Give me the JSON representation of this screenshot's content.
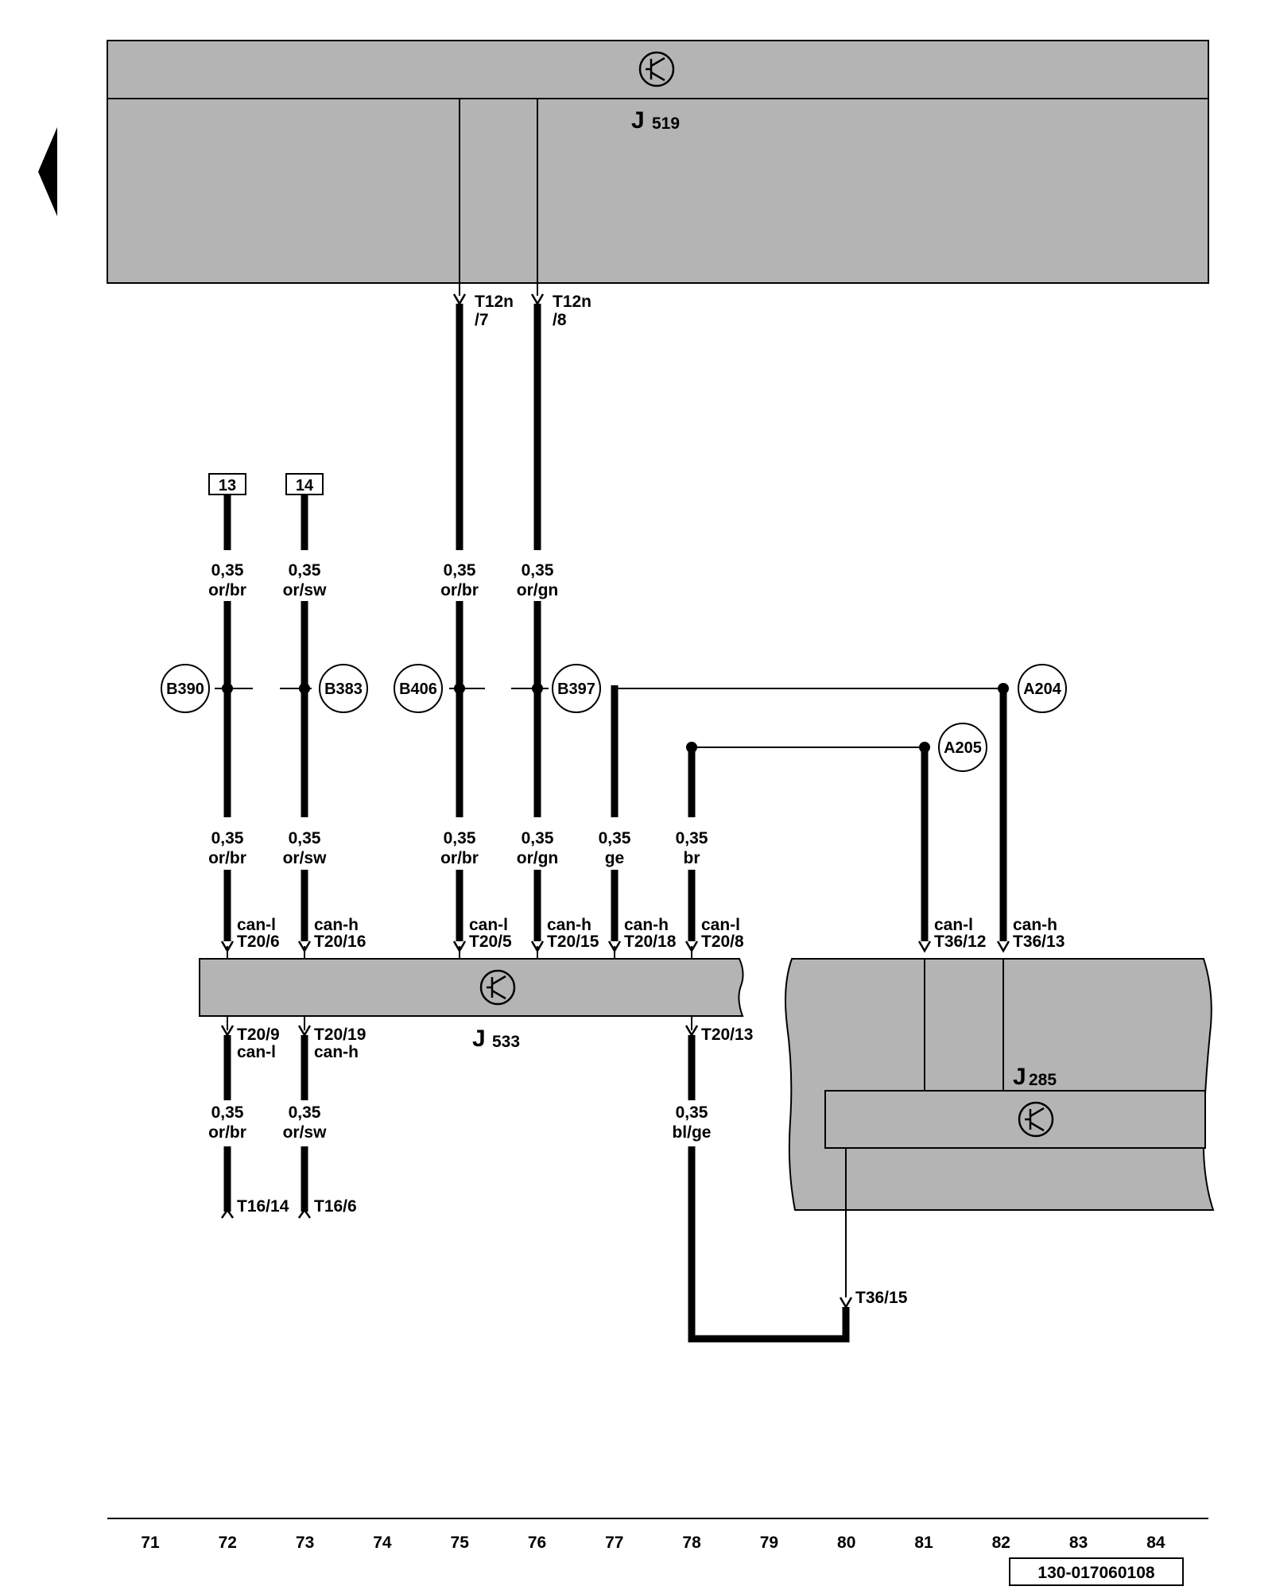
{
  "nav": {
    "back_arrow": "back-arrow-icon"
  },
  "components": {
    "j519": {
      "name": "J",
      "sub": "519"
    },
    "j533": {
      "name": "J",
      "sub": "533"
    },
    "j285": {
      "name": "J",
      "sub": "285"
    }
  },
  "ecu_symbol": "transistor-circle-icon",
  "t12n": [
    {
      "line1": "T12n",
      "line2": "/7"
    },
    {
      "line1": "T12n",
      "line2": "/8"
    }
  ],
  "refs": [
    "13",
    "14"
  ],
  "wires_upper": [
    {
      "size": "0,35",
      "color": "or/br"
    },
    {
      "size": "0,35",
      "color": "or/sw"
    },
    {
      "size": "0,35",
      "color": "or/br"
    },
    {
      "size": "0,35",
      "color": "or/gn"
    }
  ],
  "nodes": [
    "B390",
    "B383",
    "B406",
    "B397",
    "A204",
    "A205"
  ],
  "wires_mid": [
    {
      "size": "0,35",
      "color": "or/br"
    },
    {
      "size": "0,35",
      "color": "or/sw"
    },
    {
      "size": "0,35",
      "color": "or/br"
    },
    {
      "size": "0,35",
      "color": "or/gn"
    },
    {
      "size": "0,35",
      "color": "ge"
    },
    {
      "size": "0,35",
      "color": "br"
    }
  ],
  "j533_top_pins": [
    {
      "signal": "can-l",
      "pin": "T20/6"
    },
    {
      "signal": "can-h",
      "pin": "T20/16"
    },
    {
      "signal": "can-l",
      "pin": "T20/5"
    },
    {
      "signal": "can-h",
      "pin": "T20/15"
    },
    {
      "signal": "can-h",
      "pin": "T20/18"
    },
    {
      "signal": "can-l",
      "pin": "T20/8"
    }
  ],
  "j285_top_pins": [
    {
      "signal": "can-l",
      "pin": "T36/12"
    },
    {
      "signal": "can-h",
      "pin": "T36/13"
    }
  ],
  "j533_bottom_pins": [
    {
      "pin": "T20/9",
      "signal": "can-l"
    },
    {
      "pin": "T20/19",
      "signal": "can-h"
    },
    {
      "pin": "T20/13",
      "signal": ""
    }
  ],
  "wires_lower": [
    {
      "size": "0,35",
      "color": "or/br"
    },
    {
      "size": "0,35",
      "color": "or/sw"
    },
    {
      "size": "0,35",
      "color": "bl/ge"
    }
  ],
  "end_pins": [
    "T16/14",
    "T16/6"
  ],
  "j285_bottom_pin": "T36/15",
  "columns": [
    "71",
    "72",
    "73",
    "74",
    "75",
    "76",
    "77",
    "78",
    "79",
    "80",
    "81",
    "82",
    "83",
    "84"
  ],
  "ref_number": "130-017060108"
}
